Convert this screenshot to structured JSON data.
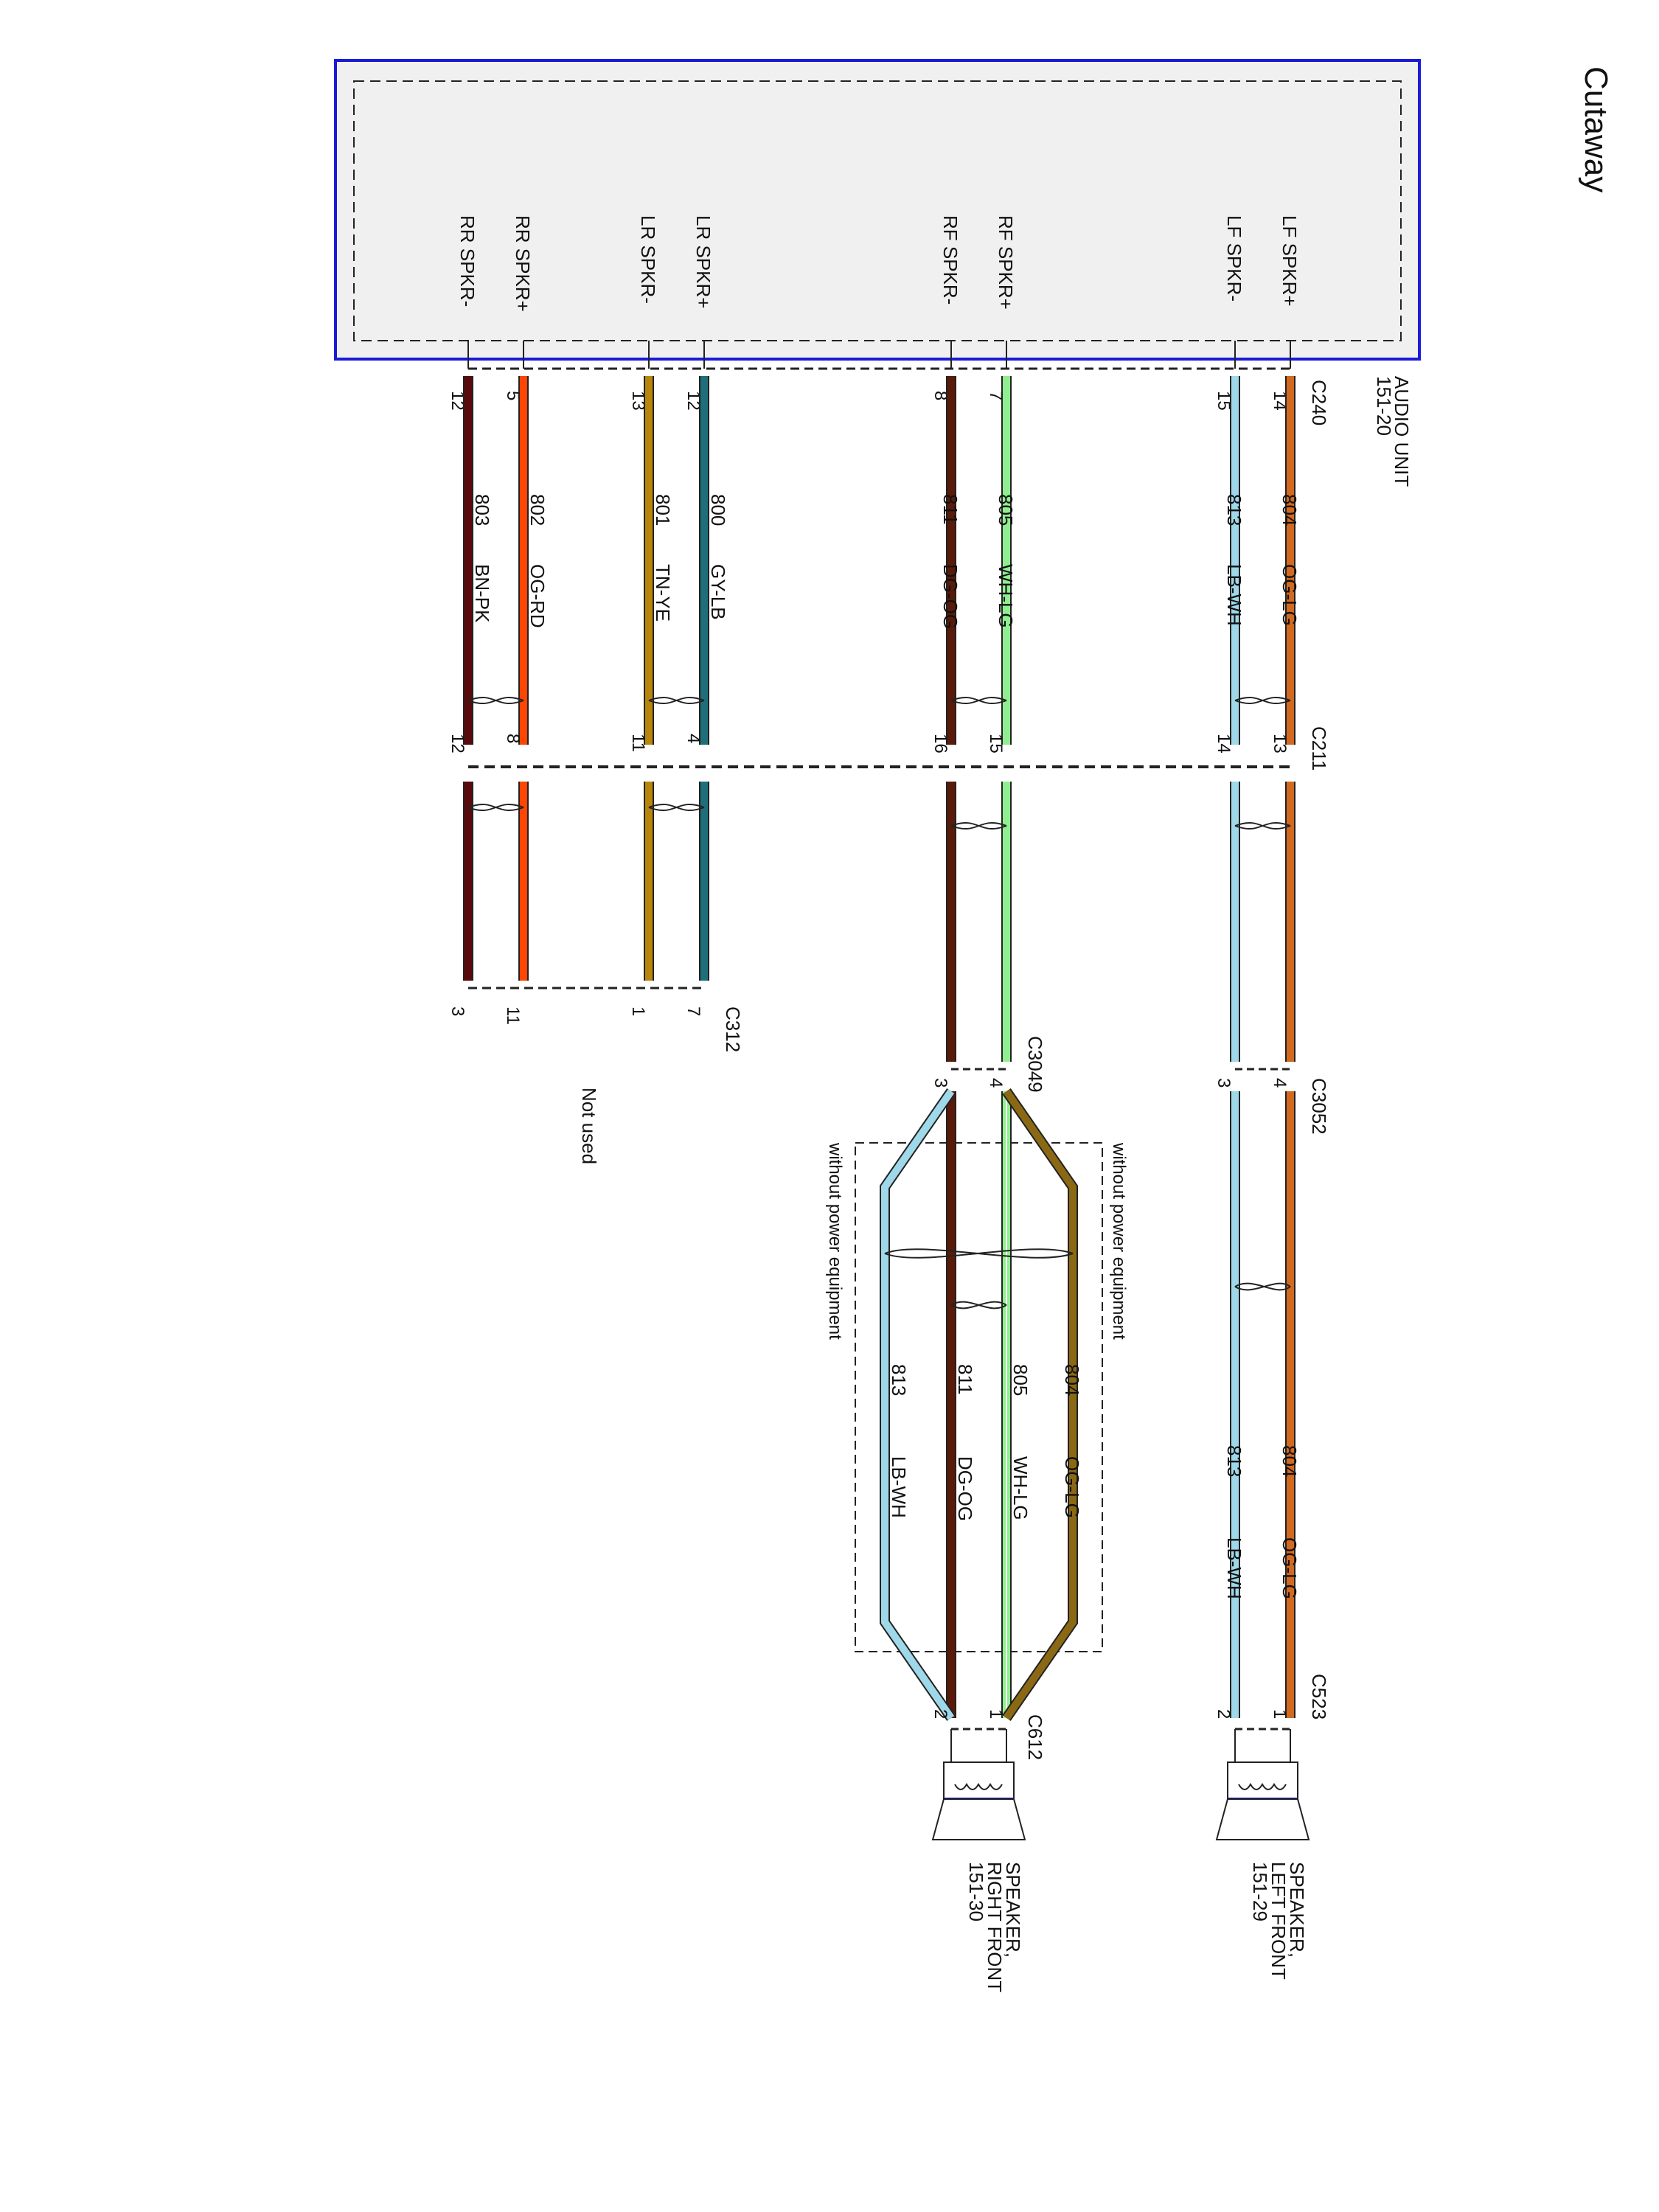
{
  "title": "Cutaway",
  "audio_unit": {
    "name": "AUDIO UNIT",
    "ref": "151-20",
    "connector": "C240",
    "pins": [
      {
        "label": "LF SPKR+",
        "pin": "14"
      },
      {
        "label": "LF SPKR-",
        "pin": "15"
      },
      {
        "label": "RF SPKR+",
        "pin": "7"
      },
      {
        "label": "RF SPKR-",
        "pin": "8"
      },
      {
        "label": "LR SPKR+",
        "pin": "12"
      },
      {
        "label": "LR SPKR-",
        "pin": "13"
      },
      {
        "label": "RR SPKR+",
        "pin": "5"
      },
      {
        "label": "RR SPKR-",
        "pin": "12"
      }
    ]
  },
  "wires": [
    {
      "circuit": "804",
      "color": "OG-LG",
      "hex": "#d2691e"
    },
    {
      "circuit": "813",
      "color": "LB-WH",
      "hex": "#9fd8e8"
    },
    {
      "circuit": "805",
      "color": "WH-LG",
      "hex": "#90ee90"
    },
    {
      "circuit": "811",
      "color": "DG-OG",
      "hex": "#5a1a0a"
    },
    {
      "circuit": "800",
      "color": "GY-LB",
      "hex": "#1f6f7a"
    },
    {
      "circuit": "801",
      "color": "TN-YE",
      "hex": "#b8860b"
    },
    {
      "circuit": "802",
      "color": "OG-RD",
      "hex": "#ff4500"
    },
    {
      "circuit": "803",
      "color": "BN-PK",
      "hex": "#5a0a0a"
    }
  ],
  "connectors": {
    "c211": {
      "name": "C211",
      "pins": [
        "13",
        "14",
        "15",
        "16",
        "4",
        "11",
        "8",
        "12"
      ]
    },
    "c312": {
      "name": "C312",
      "pins": [
        "7",
        "1",
        "11",
        "3"
      ]
    },
    "c3052": {
      "name": "C3052",
      "pins": [
        "4",
        "3"
      ]
    },
    "c3049": {
      "name": "C3049",
      "pins": [
        "4",
        "3"
      ]
    },
    "c523": {
      "name": "C523",
      "pins": [
        "1",
        "2"
      ]
    },
    "c612": {
      "name": "C612",
      "pins": [
        "1",
        "2"
      ]
    }
  },
  "rf_branch": {
    "wires": [
      {
        "circuit": "804",
        "color": "OG-LG"
      },
      {
        "circuit": "805",
        "color": "WH-LG"
      },
      {
        "circuit": "811",
        "color": "DG-OG"
      },
      {
        "circuit": "813",
        "color": "LB-WH"
      }
    ]
  },
  "lf_lower_wires": [
    {
      "circuit": "804",
      "color": "OG-LG"
    },
    {
      "circuit": "813",
      "color": "LB-WH"
    }
  ],
  "notes": {
    "no_power_top": "without power equipment",
    "no_power_bottom": "without power equipment",
    "not_used": "Not used"
  },
  "speakers": {
    "left": {
      "line1": "SPEAKER,",
      "line2": "LEFT FRONT",
      "ref": "151-29"
    },
    "right": {
      "line1": "SPEAKER,",
      "line2": "RIGHT FRONT",
      "ref": "151-30"
    }
  }
}
